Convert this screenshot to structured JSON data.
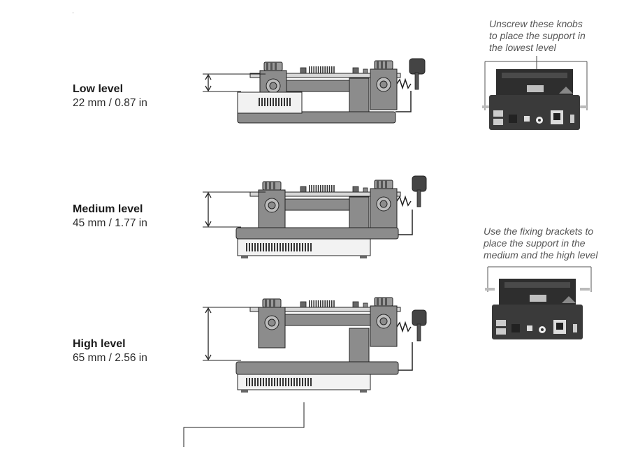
{
  "levels": [
    {
      "title": "Low level",
      "measure": "22 mm / 0.87 in"
    },
    {
      "title": "Medium level",
      "measure": "45 mm / 1.77 in"
    },
    {
      "title": "High level",
      "measure": "65 mm / 2.56 in"
    }
  ],
  "notes": {
    "unscrew": [
      "Unscrew these knobs",
      "to place the support in",
      "the lowest level"
    ],
    "brackets": [
      "Use the fixing brackets to",
      "place the support in the",
      "medium and the high level"
    ]
  },
  "colors": {
    "body_gray": "#8c8c8c",
    "dark_gray": "#555555",
    "device_dark": "#3a3a3a",
    "line": "#222222"
  }
}
